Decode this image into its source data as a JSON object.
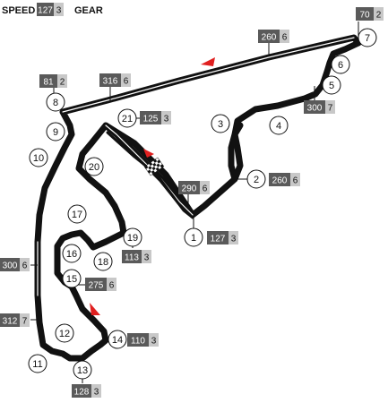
{
  "legend": {
    "speed_label": "SPEED",
    "gear_label": "GEAR",
    "sample_speed": "127",
    "sample_gear": "3"
  },
  "colors": {
    "track": "#111111",
    "speed_box": "#5a5a5a",
    "gear_box": "#c8c8c8",
    "arrow": "#e02020"
  },
  "turns": [
    {
      "id": "1",
      "label": "1"
    },
    {
      "id": "2",
      "label": "2"
    },
    {
      "id": "3",
      "label": "3"
    },
    {
      "id": "4",
      "label": "4"
    },
    {
      "id": "5",
      "label": "5"
    },
    {
      "id": "6",
      "label": "6"
    },
    {
      "id": "7",
      "label": "7"
    },
    {
      "id": "8",
      "label": "8"
    },
    {
      "id": "9",
      "label": "9"
    },
    {
      "id": "10",
      "label": "10"
    },
    {
      "id": "11",
      "label": "11"
    },
    {
      "id": "12",
      "label": "12"
    },
    {
      "id": "13",
      "label": "13"
    },
    {
      "id": "14",
      "label": "14"
    },
    {
      "id": "15",
      "label": "15"
    },
    {
      "id": "16",
      "label": "16"
    },
    {
      "id": "17",
      "label": "17"
    },
    {
      "id": "18",
      "label": "18"
    },
    {
      "id": "19",
      "label": "19"
    },
    {
      "id": "20",
      "label": "20"
    },
    {
      "id": "21",
      "label": "21"
    }
  ],
  "speed_points": [
    {
      "id": "t1",
      "speed": "127",
      "gear": "3"
    },
    {
      "id": "t2",
      "speed": "260",
      "gear": "6"
    },
    {
      "id": "pre1",
      "speed": "290",
      "gear": "6"
    },
    {
      "id": "t5",
      "speed": "300",
      "gear": "7"
    },
    {
      "id": "t7",
      "speed": "70",
      "gear": "2"
    },
    {
      "id": "bs1",
      "speed": "260",
      "gear": "6"
    },
    {
      "id": "bs2",
      "speed": "316",
      "gear": "6"
    },
    {
      "id": "t8",
      "speed": "81",
      "gear": "2"
    },
    {
      "id": "t21",
      "speed": "125",
      "gear": "3"
    },
    {
      "id": "t19",
      "speed": "113",
      "gear": "3"
    },
    {
      "id": "t15",
      "speed": "275",
      "gear": "6"
    },
    {
      "id": "lw1",
      "speed": "300",
      "gear": "6"
    },
    {
      "id": "lw2",
      "speed": "312",
      "gear": "7"
    },
    {
      "id": "t14",
      "speed": "110",
      "gear": "3"
    },
    {
      "id": "t13",
      "speed": "128",
      "gear": "3"
    }
  ]
}
